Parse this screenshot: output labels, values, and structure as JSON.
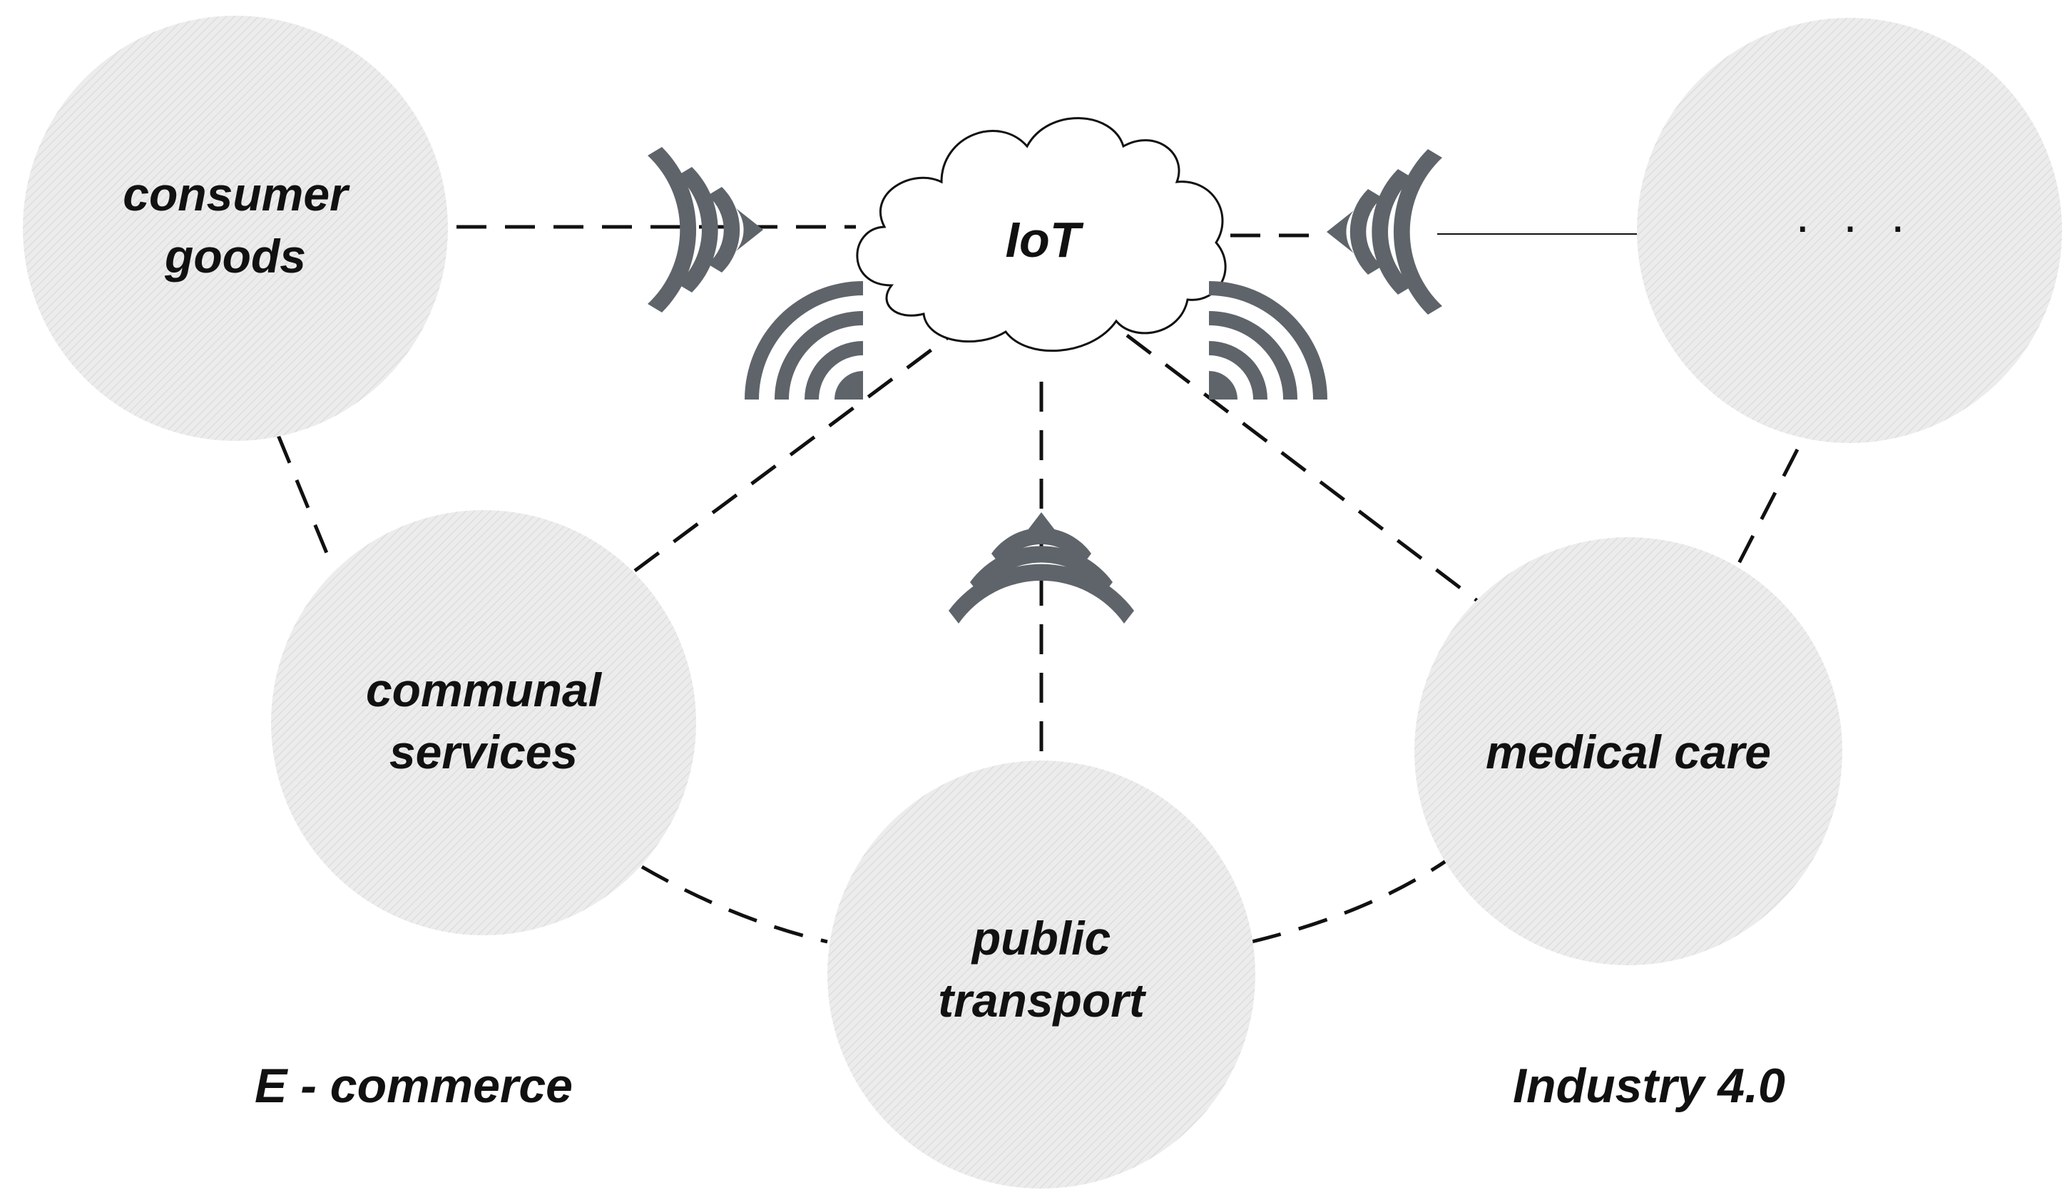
{
  "cloud": {
    "label": "IoT"
  },
  "nodes": [
    {
      "id": "consumer-goods",
      "lines": [
        "consumer",
        "goods"
      ]
    },
    {
      "id": "communal-services",
      "lines": [
        "communal",
        "services"
      ]
    },
    {
      "id": "public-transport",
      "lines": [
        "public",
        "transport"
      ]
    },
    {
      "id": "medical-care",
      "lines": [
        "medical care"
      ]
    },
    {
      "id": "more",
      "lines": [
        "· · ·"
      ]
    }
  ],
  "captions": {
    "left": "E - commerce",
    "right": "Industry 4.0"
  },
  "colors": {
    "node_fill": "#ebebeb",
    "hatch": "#dcdcdc",
    "signal": "#5f646b",
    "line": "#111111",
    "cloud_stroke": "#111111"
  },
  "icons": [
    "wifi-signal-icon",
    "cloud-icon"
  ]
}
